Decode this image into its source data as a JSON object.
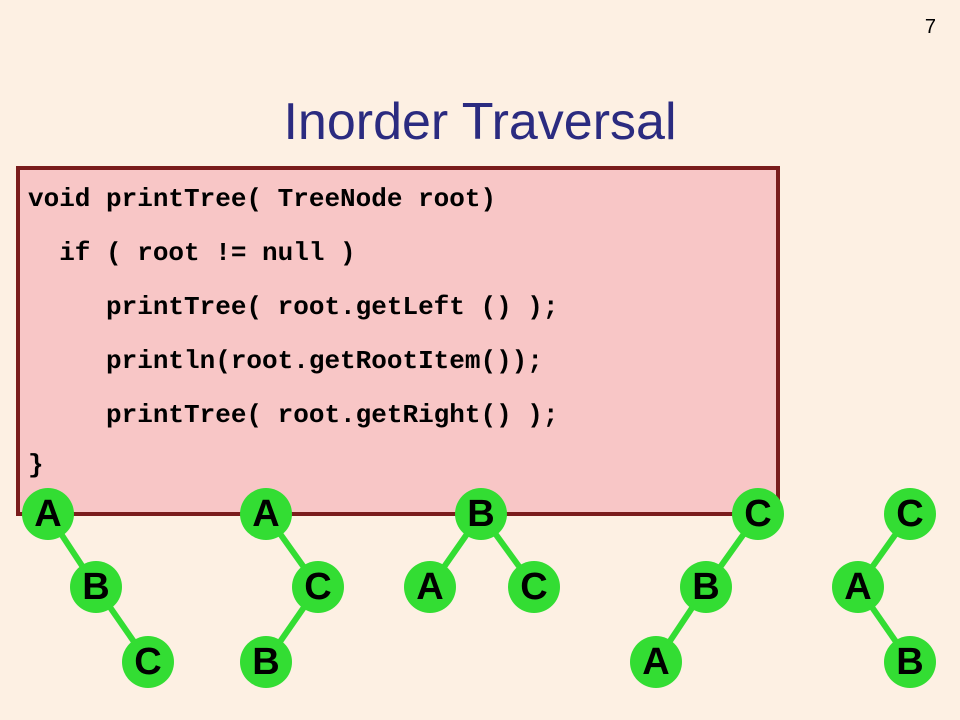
{
  "slide_number": "7",
  "title": "Inorder Traversal",
  "code_lines": [
    "void printTree( TreeNode root)",
    "  if ( root != null )",
    "     printTree( root.getLeft () );",
    "     println(root.getRootItem());",
    "     printTree( root.getRight() );",
    "}"
  ],
  "colors": {
    "background": "#fdf0e3",
    "title": "#2b2b80",
    "code_box_fill": "#f8c6c6",
    "code_box_border": "#7a1c1c",
    "node": "#33dd33"
  },
  "trees": [
    {
      "nodes": [
        "A",
        "B",
        "C"
      ],
      "edges": [
        [
          0,
          1
        ],
        [
          1,
          2
        ]
      ]
    },
    {
      "nodes": [
        "A",
        "C",
        "B"
      ],
      "edges": [
        [
          0,
          1
        ],
        [
          1,
          2
        ]
      ]
    },
    {
      "nodes": [
        "B",
        "A",
        "C"
      ],
      "edges": [
        [
          0,
          1
        ],
        [
          0,
          2
        ]
      ]
    },
    {
      "nodes": [
        "C",
        "B",
        "A"
      ],
      "edges": [
        [
          0,
          1
        ],
        [
          1,
          2
        ]
      ]
    },
    {
      "nodes": [
        "C",
        "A",
        "B"
      ],
      "edges": [
        [
          0,
          1
        ],
        [
          1,
          2
        ]
      ]
    }
  ]
}
